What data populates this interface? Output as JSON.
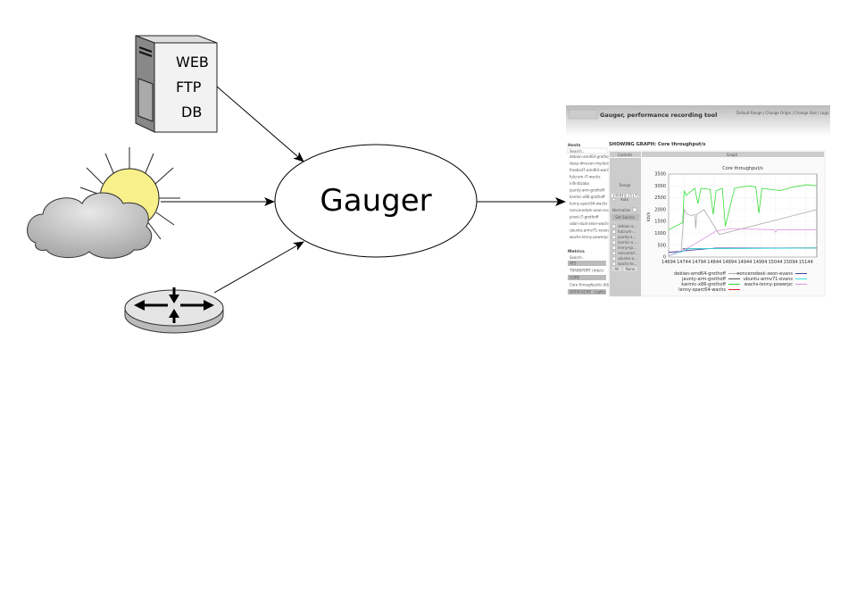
{
  "diagram": {
    "center_label": "Gauger",
    "server_labels": [
      "WEB",
      "FTP",
      "DB"
    ],
    "icons": [
      "server-icon",
      "weather-icon",
      "router-icon",
      "screenshot-thumbnail"
    ]
  },
  "inset": {
    "title": "Gauger, performance recording tool",
    "top_links": "Default Range | Change Origin | Change Size | Logo",
    "heading": "SHOWING GRAPH: Core throughput/s",
    "hosts_label": "Hosts",
    "search": "Search..",
    "hosts": [
      "debian-amd64-grothoff",
      "deep-dmuven-mystens",
      "freebsd7-amd64-wachs",
      "fulcrum-i7-wachs",
      "infinitizabo",
      "jaunty-arm-grothoff",
      "karmic-x86-grothoff",
      "lenny-sparc64-wachs",
      "noncerodesk-xeon-evans",
      "pivot-i7-grothoff",
      "sabri-dual-xeon-wachs",
      "ubuntu-armv71-evans",
      "wachs-lenny-powerpc"
    ],
    "metrics_label": "Metrics",
    "metrics": [
      "ATS",
      "TRANSPORT (mb/s)",
      "CORE",
      "Core throughput/s (kb/s)",
      "DATACACHE - Lights"
    ],
    "tab_controls": "Controls",
    "tab_graph": "Graph",
    "range_label": "Range",
    "range_from": "14694",
    "range_to": "15170",
    "auto_label": "Auto",
    "normalize_label": "Normalize",
    "set_source": "Set Source",
    "host_checks": [
      "debian-a...",
      "fulcrum-...",
      "jaunty-a...",
      "karmic-x...",
      "lenny-sp...",
      "noncerod...",
      "ubuntu-a...",
      "wachs-le..."
    ],
    "all_btn": "All",
    "none_btn": "None"
  },
  "chart_data": {
    "type": "line",
    "title": "Core throughput/s",
    "xlabel": "",
    "ylabel": "kb/s",
    "xlim": [
      14694,
      15180
    ],
    "ylim": [
      0,
      3500
    ],
    "xticks": [
      "14694",
      "14744",
      "14794",
      "14844",
      "14894",
      "14944",
      "14994",
      "15044",
      "15094",
      "15144"
    ],
    "yticks": [
      "0",
      "500",
      "1000",
      "1500",
      "2000",
      "2500",
      "3000",
      "3500"
    ],
    "series": [
      {
        "name": "debian-amd64-grothoff",
        "color": "#aaaaaa",
        "points": [
          [
            14694,
            200
          ],
          [
            14735,
            200
          ],
          [
            14745,
            2000
          ],
          [
            14755,
            1800
          ],
          [
            14770,
            1750
          ],
          [
            14780,
            1800
          ],
          [
            14783,
            1200
          ],
          [
            14786,
            1800
          ],
          [
            14810,
            2000
          ],
          [
            14860,
            950
          ],
          [
            15180,
            2000
          ]
        ]
      },
      {
        "name": "jaunty-arm-grothoff",
        "color": "#555555",
        "points": [
          [
            14740,
            350
          ],
          [
            15180,
            390
          ]
        ]
      },
      {
        "name": "karmic-x86-grothoff",
        "color": "#33dd33",
        "points": [
          [
            14694,
            1150
          ],
          [
            14740,
            1450
          ],
          [
            14745,
            2800
          ],
          [
            14752,
            2600
          ],
          [
            14770,
            2800
          ],
          [
            14780,
            2900
          ],
          [
            14790,
            2250
          ],
          [
            14800,
            2900
          ],
          [
            14830,
            2850
          ],
          [
            14840,
            1800
          ],
          [
            14850,
            2800
          ],
          [
            14870,
            2900
          ],
          [
            14880,
            1300
          ],
          [
            14910,
            2900
          ],
          [
            14930,
            2950
          ],
          [
            14960,
            3000
          ],
          [
            14980,
            2950
          ],
          [
            14990,
            1850
          ],
          [
            15000,
            2900
          ],
          [
            15060,
            2800
          ],
          [
            15100,
            2950
          ],
          [
            15150,
            3050
          ],
          [
            15180,
            3000
          ]
        ]
      },
      {
        "name": "lenny-sparc64-wachs",
        "color": "#dd2222",
        "points": []
      },
      {
        "name": "noncerodesk-xeon-evans",
        "color": "#4444aa",
        "points": [
          [
            14694,
            200
          ],
          [
            14760,
            280
          ],
          [
            14850,
            380
          ],
          [
            15180,
            380
          ]
        ]
      },
      {
        "name": "ubuntu-armv71-evans",
        "color": "#33dddd",
        "points": [
          [
            14694,
            50
          ],
          [
            14740,
            250
          ],
          [
            14760,
            350
          ],
          [
            15180,
            380
          ]
        ]
      },
      {
        "name": "wachs-lenny-powerpc",
        "color": "#dd99dd",
        "points": [
          [
            14694,
            50
          ],
          [
            14760,
            400
          ],
          [
            14850,
            1100
          ],
          [
            14900,
            1200
          ],
          [
            15040,
            1150
          ],
          [
            15045,
            1050
          ],
          [
            15050,
            1150
          ],
          [
            15180,
            1150
          ]
        ]
      }
    ],
    "legend_position": "bottom"
  }
}
